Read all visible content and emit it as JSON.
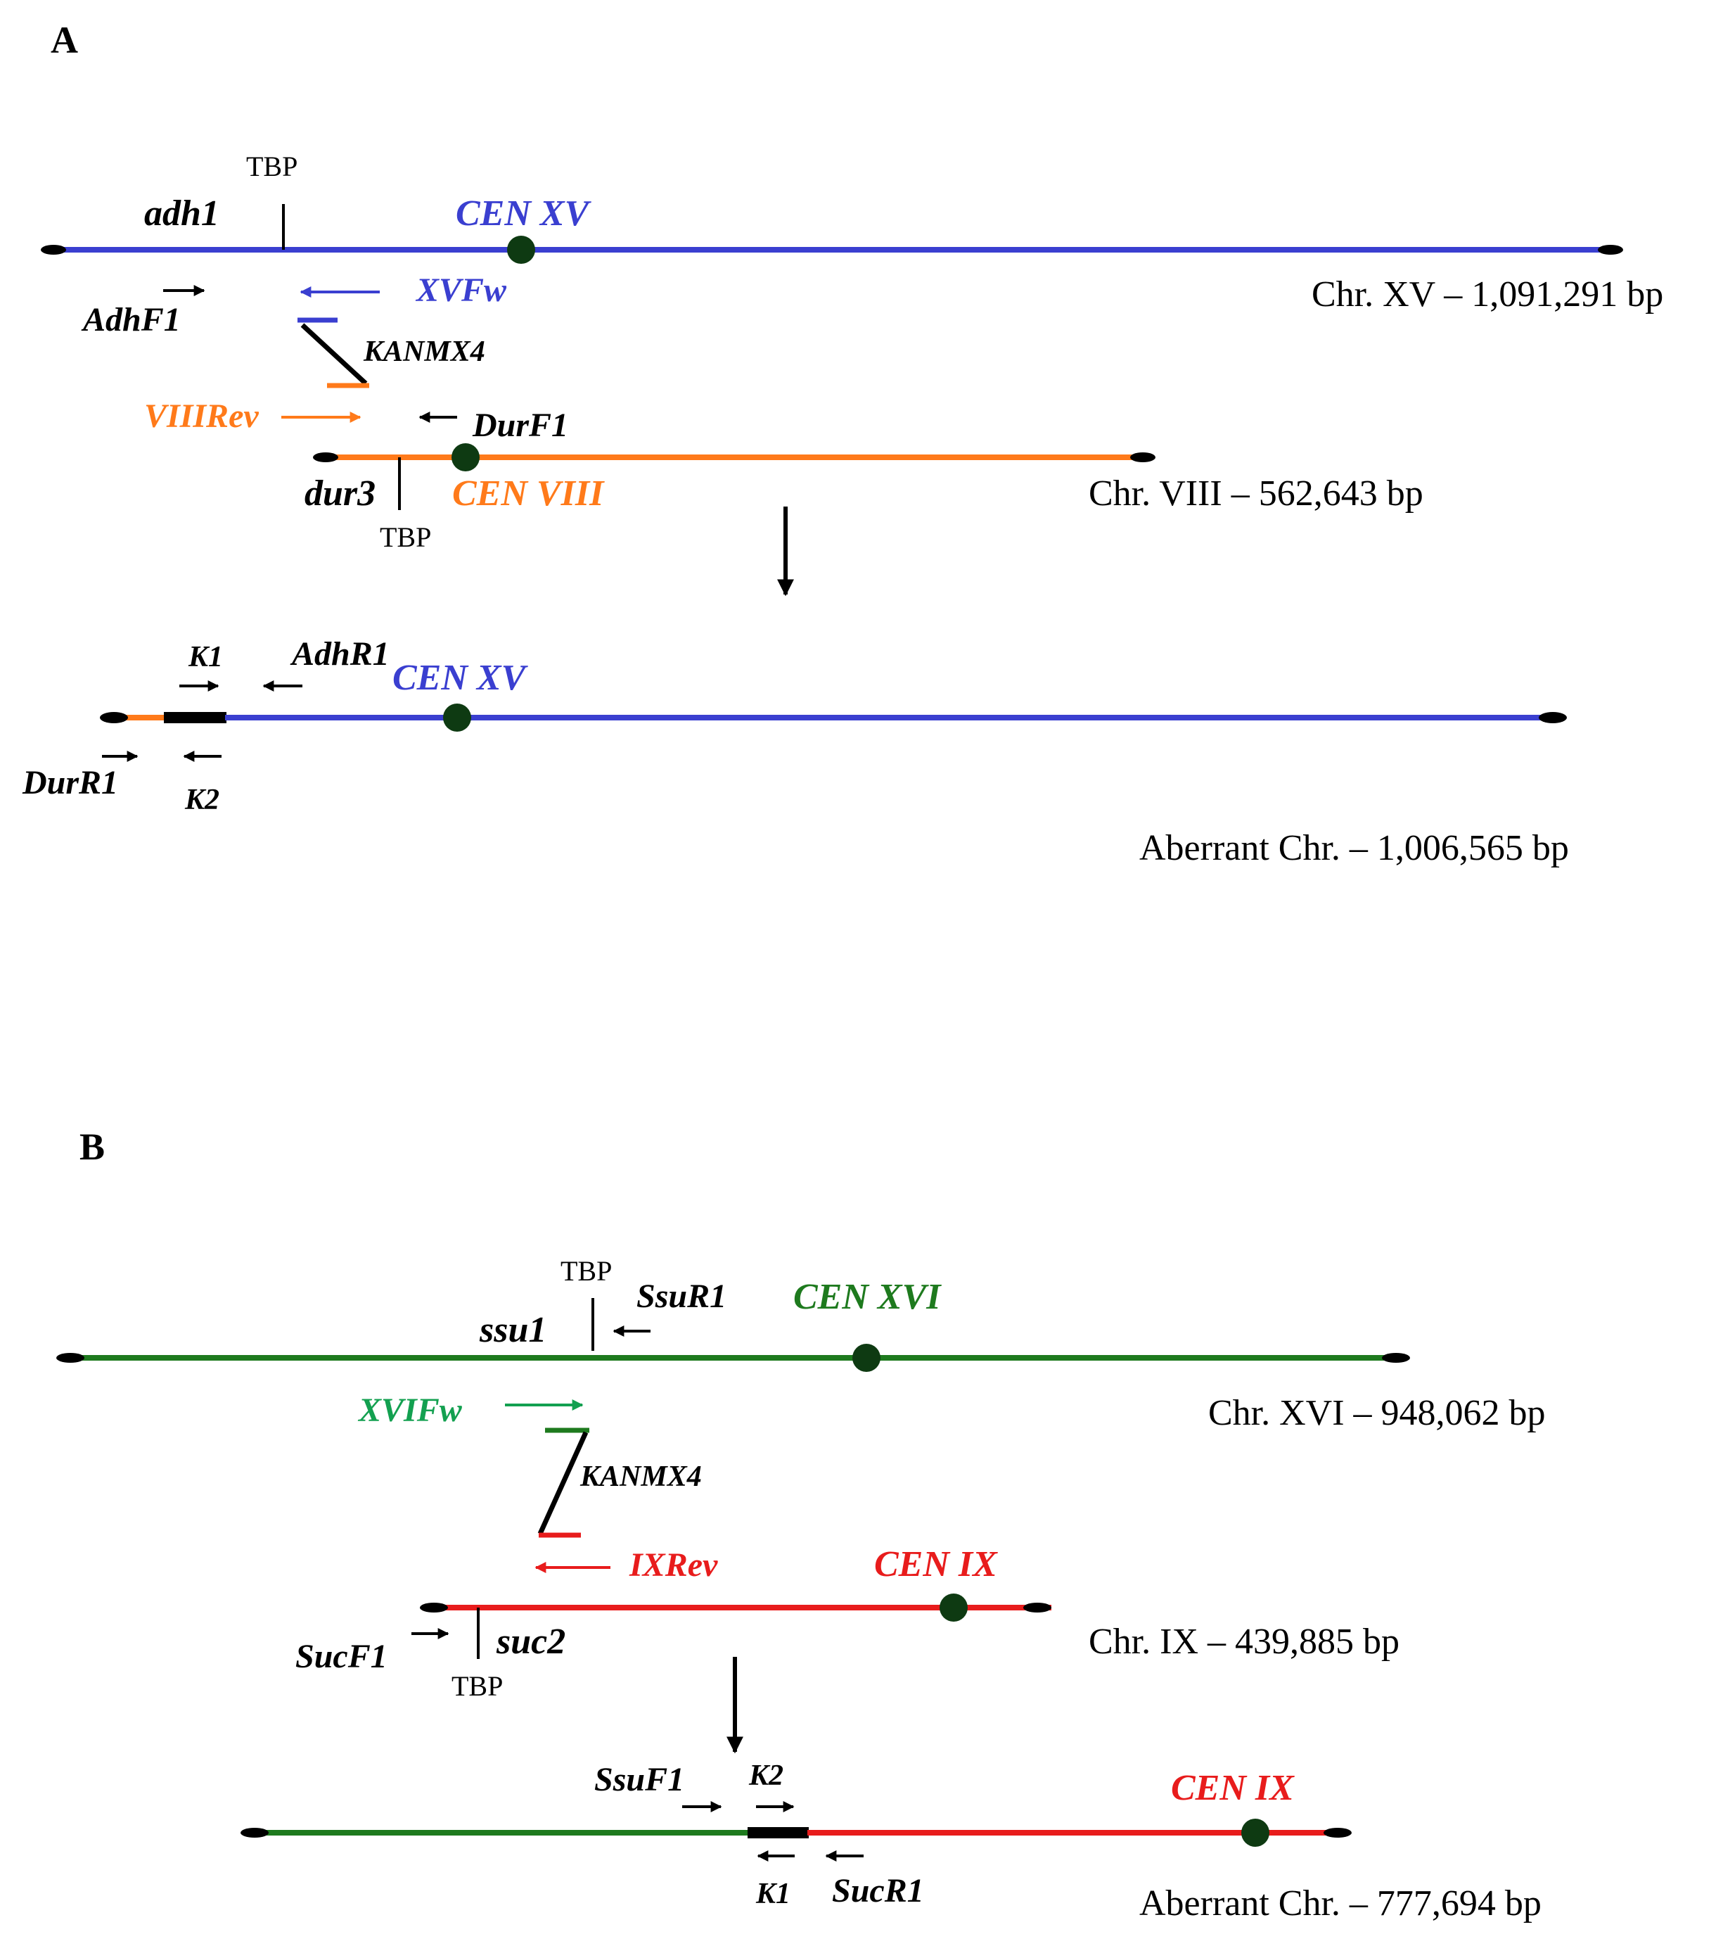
{
  "panel_a": {
    "label": "A",
    "tbp_top": "TBP",
    "gene_adh1": "adh1",
    "cen_xv": "CEN XV",
    "chr_xv_size": "Chr. XV – 1,091,291 bp",
    "primer_adhf1": "AdhF1",
    "primer_xvfw": "XVFw",
    "kanmx4": "KANMX4",
    "primer_viiirev": "VIIIRev",
    "primer_durf1": "DurF1",
    "gene_dur3": "dur3",
    "cen_viii": "CEN VIII",
    "tbp_bottom": "TBP",
    "chr_viii_size": "Chr. VIII – 562,643 bp",
    "primer_k1": "K1",
    "primer_adhr1": "AdhR1",
    "cen_xv_aberrant": "CEN XV",
    "primer_durr1": "DurR1",
    "primer_k2": "K2",
    "aberrant_size": "Aberrant Chr. – 1,006,565 bp"
  },
  "panel_b": {
    "label": "B",
    "tbp_top": "TBP",
    "primer_ssur1": "SsuR1",
    "cen_xvi": "CEN XVI",
    "gene_ssu1": "ssu1",
    "primer_xvifw": "XVIFw",
    "chr_xvi_size": "Chr. XVI – 948,062 bp",
    "kanmx4": "KANMX4",
    "primer_ixrev": "IXRev",
    "cen_ix": "CEN IX",
    "primer_sucf1": "SucF1",
    "gene_suc2": "suc2",
    "tbp_bottom": "TBP",
    "chr_ix_size": "Chr. IX – 439,885 bp",
    "primer_ssuf1": "SsuF1",
    "primer_k2": "K2",
    "cen_ix_aberrant": "CEN IX",
    "primer_k1": "K1",
    "primer_sucr1": "SucR1",
    "aberrant_size": "Aberrant Chr. – 777,694 bp"
  },
  "colors": {
    "chr_xv": "#3a3fd0",
    "chr_viii": "#ff7a1a",
    "chr_xvi": "#1e7a1e",
    "chr_xvi_label": "#13a050",
    "chr_ix": "#e81c1c",
    "centromere": "#0e3a12",
    "black": "#000000"
  }
}
